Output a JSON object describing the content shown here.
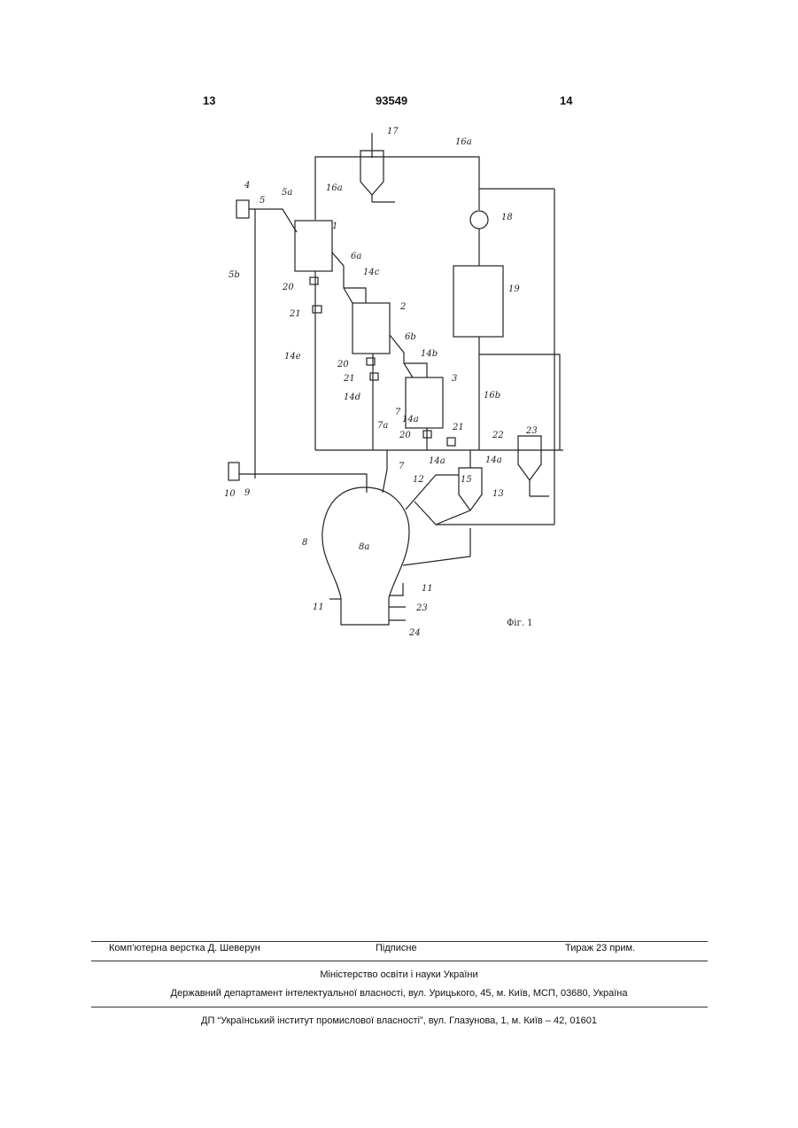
{
  "header": {
    "page_left": "13",
    "patent_number": "93549",
    "page_right": "14"
  },
  "figure": {
    "caption": "Фіг. 1",
    "labels": {
      "l1": "1",
      "l2": "2",
      "l3": "3",
      "l4": "4",
      "l5": "5",
      "l5a": "5a",
      "l5b": "5b",
      "l6a": "6a",
      "l6b": "6b",
      "l7": "7",
      "l7a": "7a",
      "l7b": "7",
      "l8": "8",
      "l8a": "8a",
      "l9": "9",
      "l10": "10",
      "l11a": "11",
      "l11b": "11",
      "l12": "12",
      "l13": "13",
      "l14a": "14a",
      "l14a2": "14a",
      "l14a3": "14a",
      "l14b": "14b",
      "l14c": "14c",
      "l14d": "14d",
      "l14e": "14e",
      "l15": "15",
      "l16a1": "16a",
      "l16a2": "16a",
      "l16b": "16b",
      "l17": "17",
      "l18": "18",
      "l19": "19",
      "l20a": "20",
      "l20b": "20",
      "l20c": "20",
      "l21a": "21",
      "l21b": "21",
      "l21c": "21",
      "l22": "22",
      "l23a": "23",
      "l23b": "23",
      "l24": "24"
    }
  },
  "footer": {
    "typesetting": "Комп’ютерна верстка Д. Шеверун",
    "signed": "Підписне",
    "circulation": "Тираж 23 прим.",
    "ministry": "Міністерство освіти і науки України",
    "department": "Державний департамент інтелектуальної власності, вул. Урицького, 45, м. Київ, МСП, 03680, Україна",
    "institute": "ДП “Український інститут промислової власності”, вул. Глазунова, 1, м. Київ – 42, 01601"
  }
}
